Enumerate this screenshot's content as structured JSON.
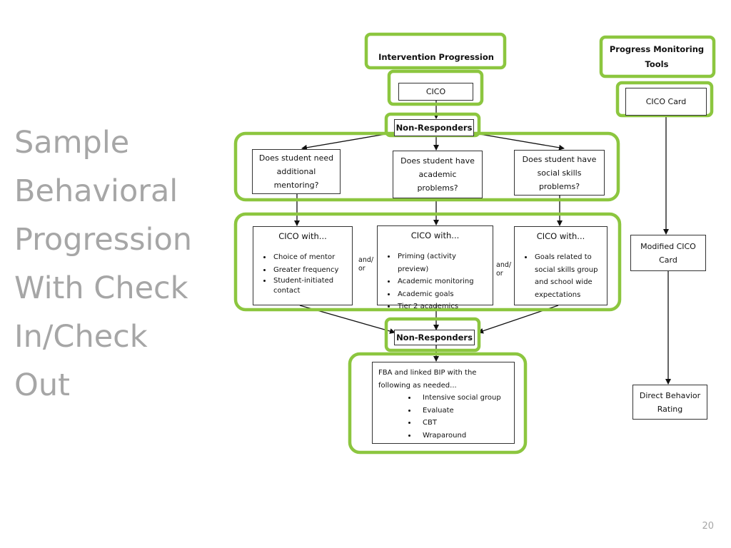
{
  "slide": {
    "title_lines": [
      "Sample",
      "Behavioral",
      "Progression",
      "With Check",
      "In/Check",
      "Out"
    ],
    "page_number": "20"
  },
  "diagram": {
    "accent_color": "#8cc63f",
    "intervention_header": "Intervention Progression",
    "tools_header": "Progress Monitoring Tools",
    "cico": "CICO",
    "cico_card": "CICO Card",
    "non_responders_1": "Non-Responders",
    "questions": [
      "Does student need additional mentoring?",
      "Does student have academic problems?",
      "Does student have social skills problems?"
    ],
    "options": [
      {
        "head": "CICO with...",
        "items": [
          "Choice of mentor",
          "Greater frequency",
          "Student-initiated contact"
        ]
      },
      {
        "head": "CICO with...",
        "items": [
          "Priming (activity preview)",
          "Academic monitoring",
          "Academic goals",
          "Tier 2 academics"
        ]
      },
      {
        "head": "CICO with...",
        "items": [
          "Goals related to social skills group and school wide expectations"
        ]
      }
    ],
    "and_or": "and/ or",
    "modified_cico_card": "Modified CICO Card",
    "non_responders_2": "Non-Responders",
    "fba": {
      "intro": "FBA and linked BIP with the following as needed...",
      "items": [
        "Intensive social group",
        "Evaluate",
        "CBT",
        "Wraparound"
      ]
    },
    "direct_behavior_rating": "Direct Behavior Rating"
  }
}
